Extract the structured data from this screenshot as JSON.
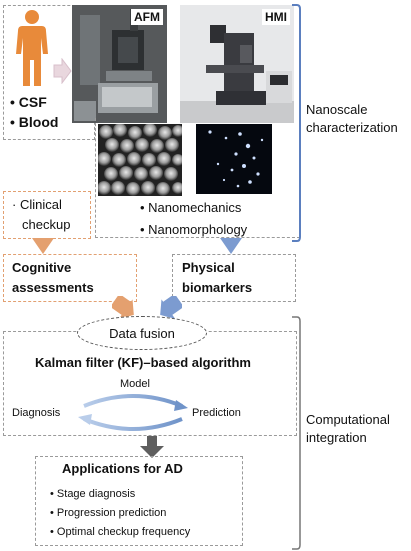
{
  "patient": {
    "items": [
      "CSF",
      "Blood"
    ]
  },
  "afm": {
    "label": "AFM"
  },
  "hmi": {
    "label": "HMI"
  },
  "nano_list": [
    "Nanomechanics",
    "Nanomorphology"
  ],
  "clinical": {
    "label_line1": "Clinical",
    "label_line2": "checkup"
  },
  "side_labels": {
    "nanoscale_line1": "Nanoscale",
    "nanoscale_line2": "characterization",
    "computational_line1": "Computational",
    "computational_line2": "integration"
  },
  "cognitive": {
    "line1": "Cognitive",
    "line2": "assessments"
  },
  "physical": {
    "line1": "Physical",
    "line2": "biomarkers"
  },
  "fusion": {
    "label": "Data fusion"
  },
  "kalman": {
    "title": "Kalman filter (KF)–based algorithm",
    "model": "Model",
    "diagnosis": "Diagnosis",
    "prediction": "Prediction"
  },
  "applications": {
    "title": "Applications for AD",
    "items": [
      "Stage diagnosis",
      "Progression prediction",
      "Optimal checkup frequency"
    ]
  },
  "colors": {
    "orange": "#e4a06f",
    "blue": "#7c9bd0",
    "gray_arrow": "#5f5f5f",
    "bracket": "#5b7fbf",
    "body": "#e88a3a"
  }
}
